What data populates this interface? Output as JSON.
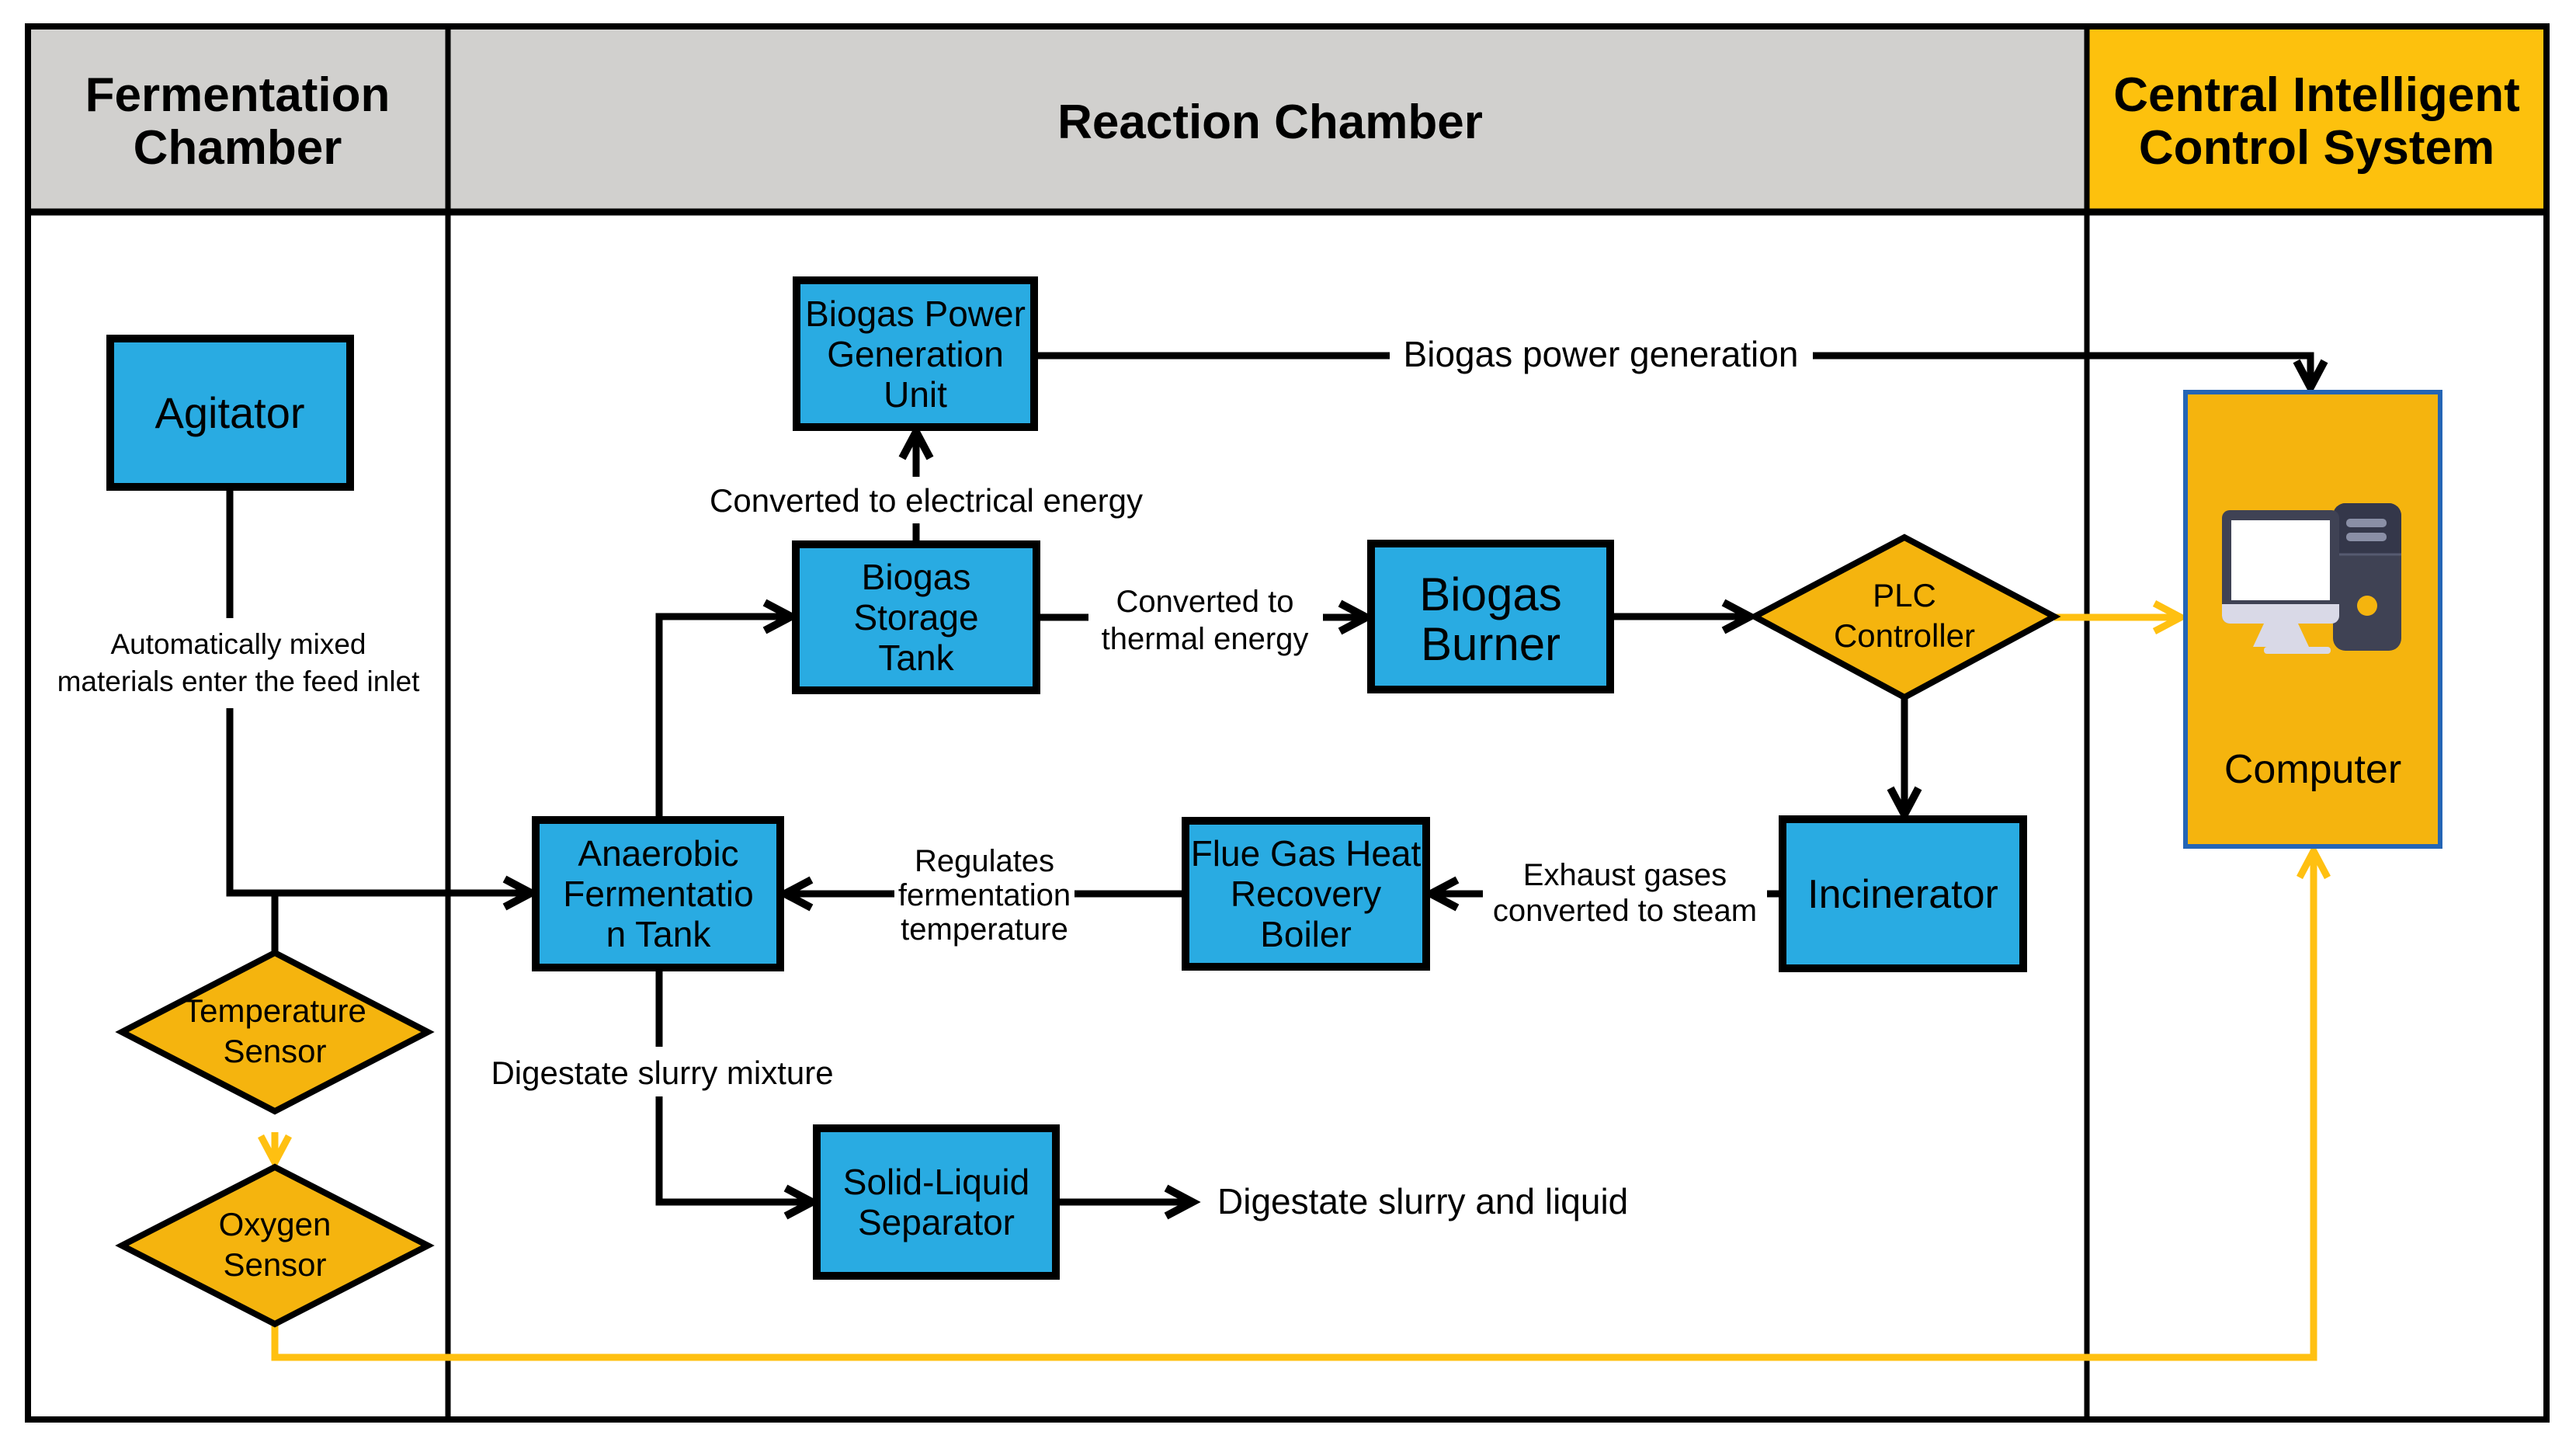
{
  "chambers": {
    "fermentation": {
      "line1": "Fermentation",
      "line2": "Chamber"
    },
    "reaction": {
      "line1": "Reaction Chamber"
    },
    "control": {
      "line1": "Central Intelligent",
      "line2": "Control System"
    }
  },
  "nodes": {
    "agitator": {
      "label": "Agitator"
    },
    "biogas_power_generation_unit": {
      "line1": "Biogas Power",
      "line2": "Generation",
      "line3": "Unit"
    },
    "biogas_storage_tank": {
      "line1": "Biogas",
      "line2": "Storage",
      "line3": "Tank"
    },
    "biogas_burner": {
      "line1": "Biogas",
      "line2": "Burner"
    },
    "anaerobic_fermentation_tank": {
      "line1": "Anaerobic",
      "line2": "Fermentatio",
      "line3": "n Tank"
    },
    "flue_gas_heat_recovery_boiler": {
      "line1": "Flue Gas Heat",
      "line2": "Recovery",
      "line3": "Boiler"
    },
    "incinerator": {
      "label": "Incinerator"
    },
    "solid_liquid_separator": {
      "line1": "Solid-Liquid",
      "line2": "Separator"
    },
    "plc_controller": {
      "line1": "PLC",
      "line2": "Controller"
    },
    "temperature_sensor": {
      "line1": "Temperature",
      "line2": "Sensor"
    },
    "oxygen_sensor": {
      "line1": "Oxygen",
      "line2": "Sensor"
    },
    "computer": {
      "label": "Computer"
    }
  },
  "edge_labels": {
    "auto_mixed": {
      "line1": "Automatically mixed",
      "line2": "materials enter the feed inlet"
    },
    "electrical": {
      "line1": "Converted to electrical energy"
    },
    "thermal": {
      "line1": "Converted to",
      "line2": "thermal energy"
    },
    "power_generation": {
      "line1": "Biogas power generation"
    },
    "regulates": {
      "line1": "Regulates",
      "line2": "fermentation",
      "line3": "temperature"
    },
    "exhaust": {
      "line1": "Exhaust gases",
      "line2": "converted to steam"
    },
    "digestate_mixture": {
      "line1": "Digestate slurry mixture"
    },
    "digestate_output": {
      "line1": "Digestate slurry and liquid"
    }
  },
  "icons": {
    "computer": "desktop-pc-icon"
  },
  "colors": {
    "process_box_fill": "#29ABE2",
    "decision_fill": "#F5B40E",
    "header_gray": "#D1D0CE",
    "header_yellow": "#FDC10D",
    "computer_fill": "#F5B40E",
    "computer_border": "#2465B5",
    "line_black": "#000000",
    "line_yellow": "#FFC011",
    "icon_dark": "#3F4254",
    "icon_darker": "#34374A",
    "icon_stripe": "#8A8FA6",
    "icon_light": "#D9D9E7",
    "icon_screen": "#FFFFFF"
  }
}
